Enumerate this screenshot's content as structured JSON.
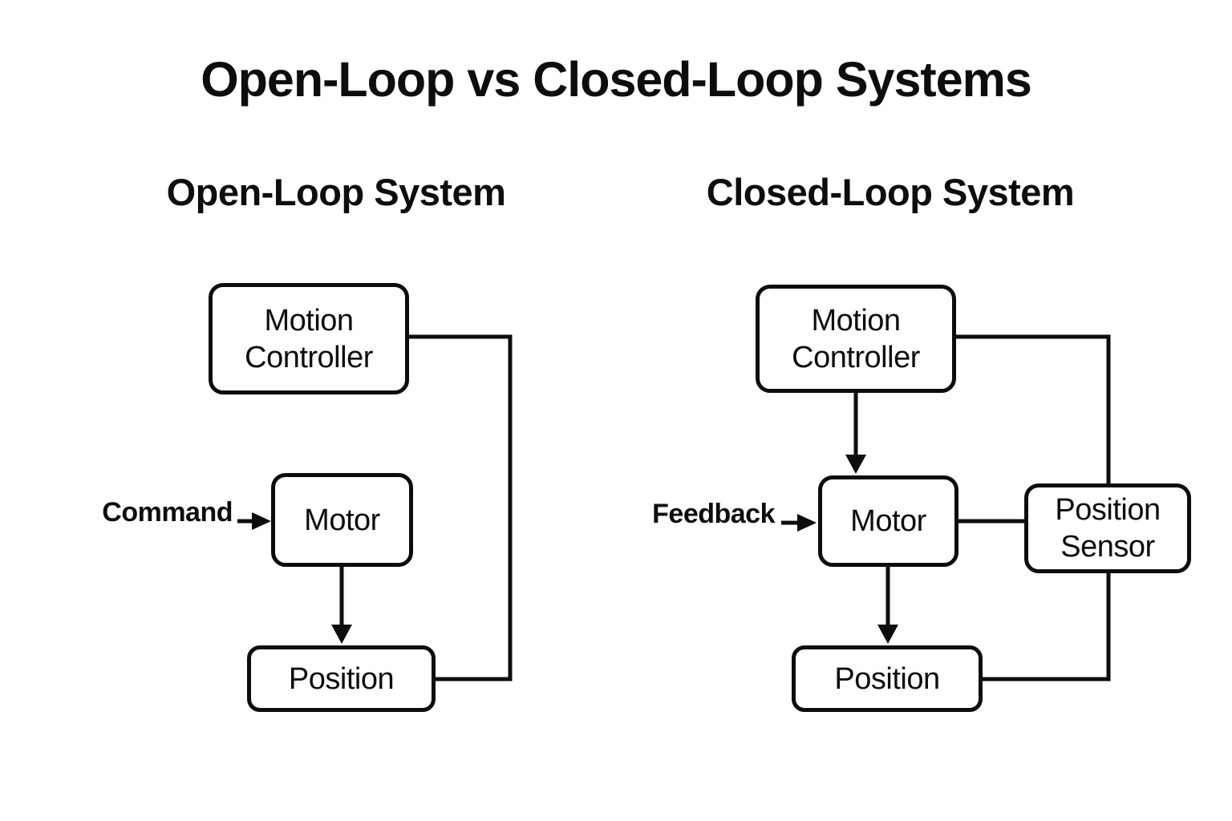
{
  "page": {
    "title": "Open-Loop vs Closed-Loop Systems",
    "background_color": "#ffffff",
    "ink_color": "#0d0d0d"
  },
  "open_loop": {
    "heading": "Open-Loop System",
    "input_label": "Command",
    "nodes": {
      "controller": "Motion Controller",
      "motor": "Motor",
      "position": "Position"
    },
    "edges": [
      {
        "from": "command-label",
        "to": "motor",
        "style": "arrow-right"
      },
      {
        "from": "controller",
        "to": "position",
        "style": "elbow-right-no-arrow"
      },
      {
        "from": "motor",
        "to": "position",
        "style": "arrow-down"
      }
    ]
  },
  "closed_loop": {
    "heading": "Closed-Loop System",
    "input_label": "Feedback",
    "nodes": {
      "controller": "Motion Controller",
      "motor": "Motor",
      "sensor": "Position Sensor",
      "position": "Position"
    },
    "edges": [
      {
        "from": "feedback-label",
        "to": "motor",
        "style": "arrow-right"
      },
      {
        "from": "controller",
        "to": "motor",
        "style": "arrow-down"
      },
      {
        "from": "controller",
        "to": "sensor",
        "style": "elbow-right-no-arrow"
      },
      {
        "from": "motor",
        "to": "sensor",
        "style": "line"
      },
      {
        "from": "sensor",
        "to": "position",
        "style": "elbow-right-no-arrow"
      },
      {
        "from": "motor",
        "to": "position",
        "style": "arrow-down"
      }
    ]
  }
}
